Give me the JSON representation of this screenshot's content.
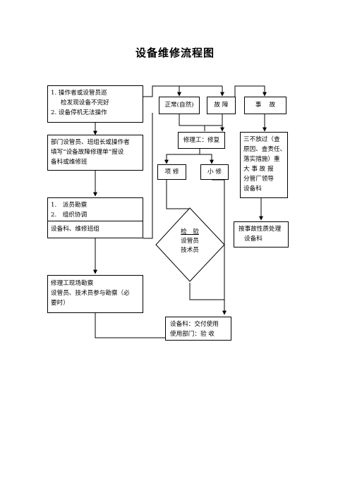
{
  "title": "设备维修流程图",
  "box_report": {
    "lines": [
      "1. 操作者或设管员巡",
      "检发现设备不完好",
      "2. 设备停机无法操作"
    ]
  },
  "box_fill_form": {
    "lines": [
      "部门设管员、班组长或操作者",
      "填写“设备故障修理单”报设",
      "备科或维修班"
    ]
  },
  "box_dispatch": {
    "lines": [
      "1.　派员勘察",
      "2.　组织协调"
    ],
    "footer": "设备科、维修班组"
  },
  "box_survey": {
    "lines": [
      "修理工现场勘察",
      "设管员、技术员参与勘察（必",
      "要时）"
    ]
  },
  "box_normal": {
    "label": "正常(自然)"
  },
  "box_fault": {
    "label": "故 障"
  },
  "box_accident": {
    "label": "事　 故"
  },
  "box_repairman": {
    "label": "修理工：修复"
  },
  "box_project": {
    "label": "项 修"
  },
  "box_minor": {
    "label": "小 修"
  },
  "box_three_no": {
    "lines": [
      "三不放过（查",
      "原因、查责任、",
      "落实措施）重",
      "大 事 故 报",
      "分管厂领导",
      "设备科"
    ]
  },
  "box_accident_handle": {
    "lines": [
      "按事故性质处理",
      "设备科"
    ]
  },
  "diamond_inspect": {
    "lines": [
      "检　验",
      "设管员",
      "技术员"
    ]
  },
  "box_delivery": {
    "lines": [
      "设备科：交付使用",
      "使用部门：验 收"
    ]
  }
}
